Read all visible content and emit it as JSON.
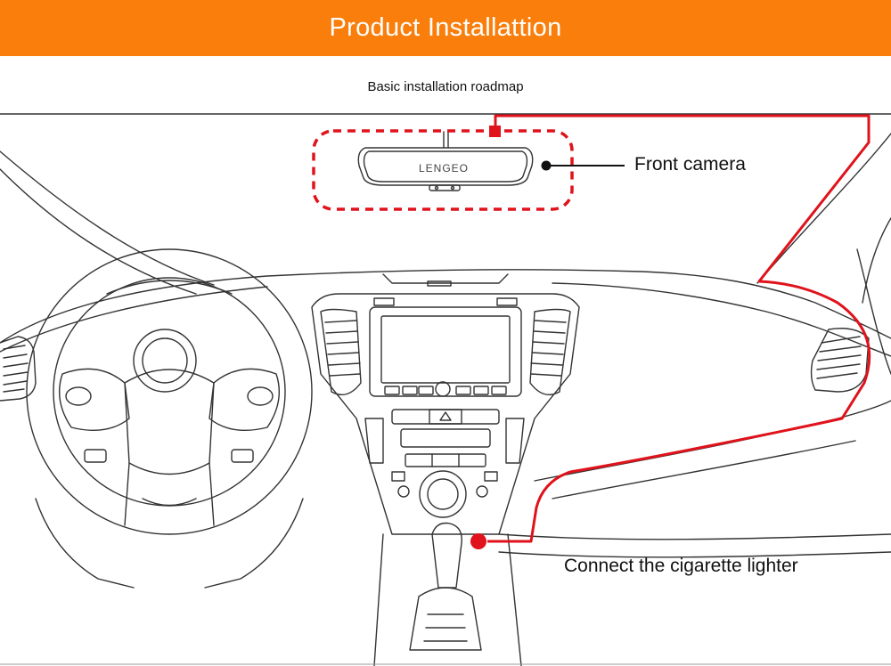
{
  "header": {
    "title": "Product Installattion"
  },
  "subtitle": "Basic installation roadmap",
  "mirror_brand": "LENGEO",
  "callouts": {
    "front_camera": "Front camera",
    "cigarette_lighter": "Connect the cigarette lighter"
  },
  "colors": {
    "banner": "#f97e0b",
    "cable": "#e0121b",
    "line_art": "#333333"
  }
}
